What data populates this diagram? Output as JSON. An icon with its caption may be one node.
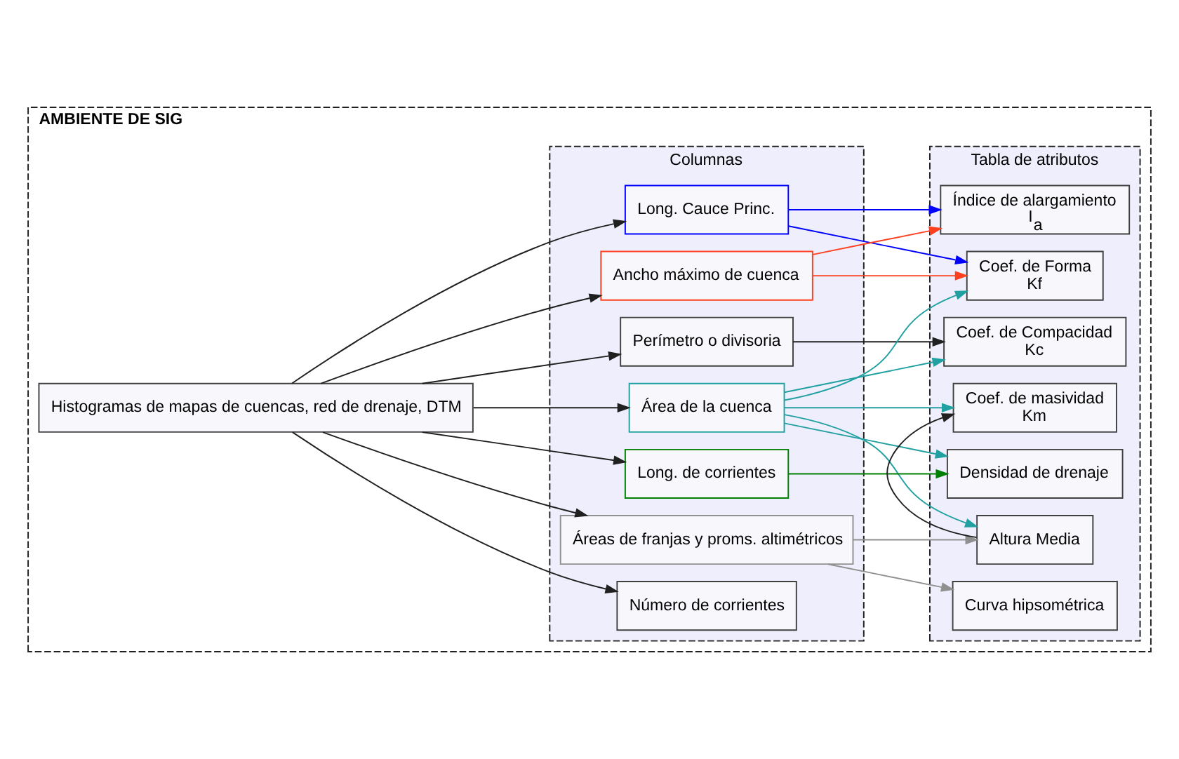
{
  "diagram": {
    "nodes": [
      {
        "text": [
          "AMBIENTE DE SIG"
        ]
      },
      {
        "text": [
          "Histogramas de mapas de cuencas, red de drenaje, DTM"
        ],
        "in": 0
      },
      {
        "text": [
          "Columnas"
        ],
        "in": 0
      },
      {
        "text": [
          "Long. Cauce Princ."
        ],
        "in": 2
      },
      {
        "text": [
          "Ancho máximo de cuenca"
        ],
        "in": 2
      },
      {
        "text": [
          "Perímetro o divisoria"
        ],
        "in": 2
      },
      {
        "text": [
          "Área de la cuenca"
        ],
        "in": 2
      },
      {
        "text": [
          "Long. de corrientes"
        ],
        "in": 2
      },
      {
        "text": [
          "Áreas de franjas y proms. altimétricos"
        ],
        "in": 2
      },
      {
        "text": [
          "Número de corrientes"
        ],
        "in": 2
      },
      {
        "text": [
          "Tabla de atributos"
        ],
        "in": 0
      },
      {
        "text": [
          "Índice de alargamiento",
          "I$_{a}$"
        ],
        "in": 10
      },
      {
        "text": [
          "Coef. de Forma",
          "Kf"
        ],
        "in": 10
      },
      {
        "text": [
          "Coef. de Compacidad",
          "Kc"
        ],
        "in": 10
      },
      {
        "text": [
          "Densidad de drenaje"
        ],
        "in": 10
      },
      {
        "text": [
          "Altura Media"
        ],
        "in": 10
      },
      {
        "text": [
          "Coef. de masividad",
          "Km"
        ],
        "in": 10
      },
      {
        "text": [
          "Curva hipsométrica"
        ],
        "in": 10
      }
    ],
    "edges": [
      {
        "from": 1,
        "to": 3,
        "arrow": "to"
      },
      {
        "from": 1,
        "to": 4,
        "arrow": "to"
      },
      {
        "from": 1,
        "to": 5,
        "arrow": "to"
      },
      {
        "from": 1,
        "to": 6,
        "arrow": "to"
      },
      {
        "from": 1,
        "to": 7,
        "arrow": "to"
      },
      {
        "from": 1,
        "to": 8,
        "arrow": "to"
      },
      {
        "from": 1,
        "to": 9,
        "arrow": "to"
      },
      {
        "from": 3,
        "to": 11,
        "arrow": "to",
        "color": "#0000ff"
      },
      {
        "from": 3,
        "to": 12,
        "arrow": "to",
        "color": "#0000ff"
      },
      {
        "from": 4,
        "to": 11,
        "arrow": "to",
        "color": "#ff4020"
      },
      {
        "from": 4,
        "to": 12,
        "arrow": "to",
        "color": "#ff4020"
      },
      {
        "from": 5,
        "to": 13,
        "arrow": "to"
      },
      {
        "from": 6,
        "to": 12,
        "arrow": "to",
        "color": "#20a0a0"
      },
      {
        "from": 6,
        "to": 13,
        "arrow": "to",
        "color": "#20a0a0"
      },
      {
        "from": 6,
        "to": 14,
        "arrow": "to",
        "color": "#20a0a0"
      },
      {
        "from": 6,
        "to": 15,
        "arrow": "to",
        "color": "#20a0a0"
      },
      {
        "from": 6,
        "to": 16,
        "arrow": "to",
        "color": "#20a0a0"
      },
      {
        "from": 7,
        "to": 14,
        "arrow": "to",
        "color": "#008000"
      },
      {
        "from": 8,
        "to": 15,
        "arrow": "to",
        "color": "#909090"
      },
      {
        "from": 8,
        "to": 17,
        "arrow": "to",
        "color": "#909090"
      },
      {
        "from": 15,
        "to": 16,
        "arrow": "to"
      }
    ]
  }
}
